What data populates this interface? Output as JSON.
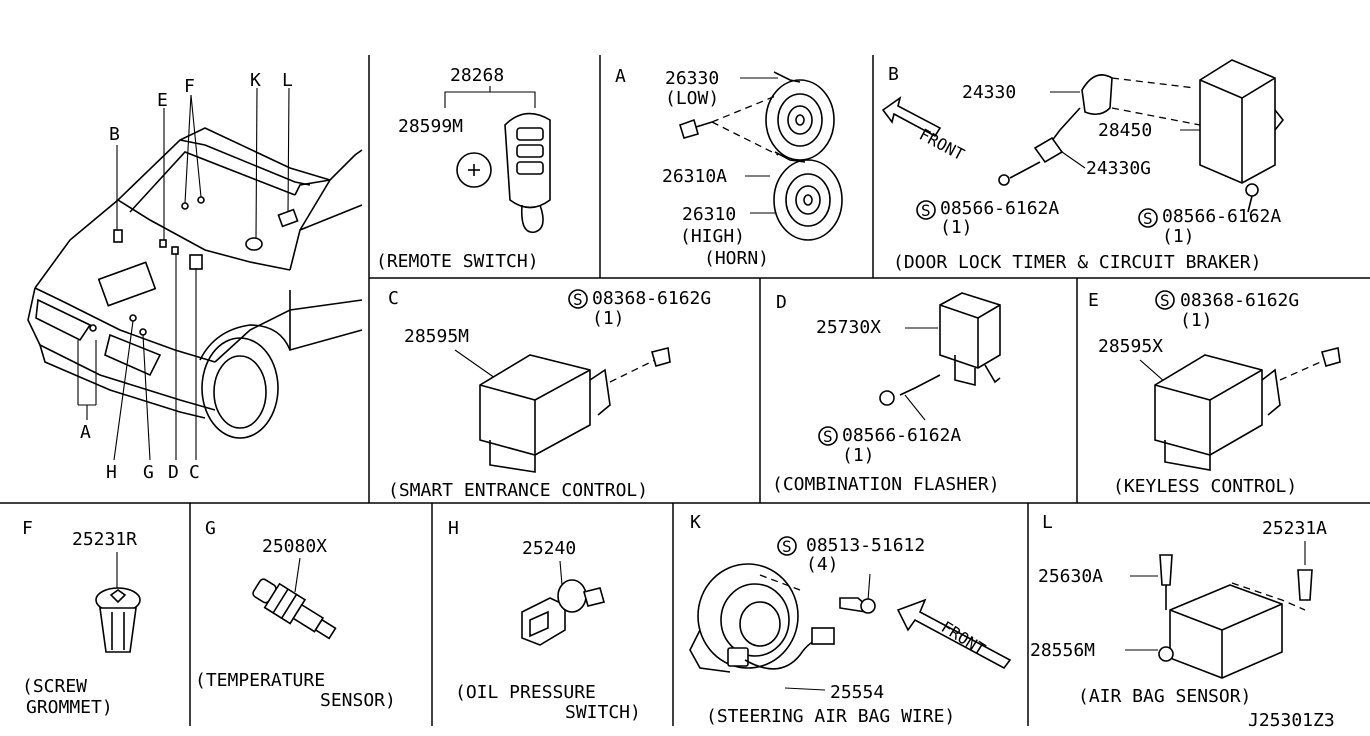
{
  "diagram_id": "J25301Z3",
  "main_view": {
    "callouts": [
      "A",
      "B",
      "C",
      "D",
      "E",
      "F",
      "G",
      "H",
      "K",
      "L"
    ]
  },
  "panels": {
    "remote_switch": {
      "caption": "(REMOTE SWITCH)",
      "parts": [
        "28268",
        "28599M"
      ]
    },
    "horn": {
      "letter": "A",
      "caption": "(HORN)",
      "parts": [
        "26330",
        "(LOW)",
        "26310A",
        "26310",
        "(HIGH)"
      ]
    },
    "door_lock": {
      "letter": "B",
      "caption": "(DOOR LOCK TIMER & CIRCUIT BRAKER)",
      "front": "FRONT",
      "parts": [
        "24330",
        "28450",
        "24330G",
        "08566-6162A",
        "(1)",
        "08566-6162A",
        "(1)"
      ]
    },
    "smart_entrance": {
      "letter": "C",
      "caption": "(SMART ENTRANCE CONTROL)",
      "parts": [
        "08368-6162G",
        "(1)",
        "28595M"
      ]
    },
    "combination_flasher": {
      "letter": "D",
      "caption": "(COMBINATION FLASHER)",
      "parts": [
        "25730X",
        "08566-6162A",
        "(1)"
      ]
    },
    "keyless": {
      "letter": "E",
      "caption": "(KEYLESS CONTROL)",
      "parts": [
        "08368-6162G",
        "(1)",
        "28595X"
      ]
    },
    "screw_grommet": {
      "letter": "F",
      "caption1": "(SCREW",
      "caption2": "GROMMET)",
      "parts": [
        "25231R"
      ]
    },
    "temp_sensor": {
      "letter": "G",
      "caption1": "(TEMPERATURE",
      "caption2": "SENSOR)",
      "parts": [
        "25080X"
      ]
    },
    "oil_pressure": {
      "letter": "H",
      "caption1": "(OIL PRESSURE",
      "caption2": "SWITCH)",
      "parts": [
        "25240"
      ]
    },
    "steering_wire": {
      "letter": "K",
      "caption": "(STEERING AIR BAG WIRE)",
      "front": "FRONT",
      "parts": [
        "08513-51612",
        "(4)",
        "25554"
      ]
    },
    "airbag_sensor": {
      "letter": "L",
      "caption": "(AIR BAG SENSOR)",
      "parts": [
        "25231A",
        "25630A",
        "28556M"
      ]
    }
  }
}
